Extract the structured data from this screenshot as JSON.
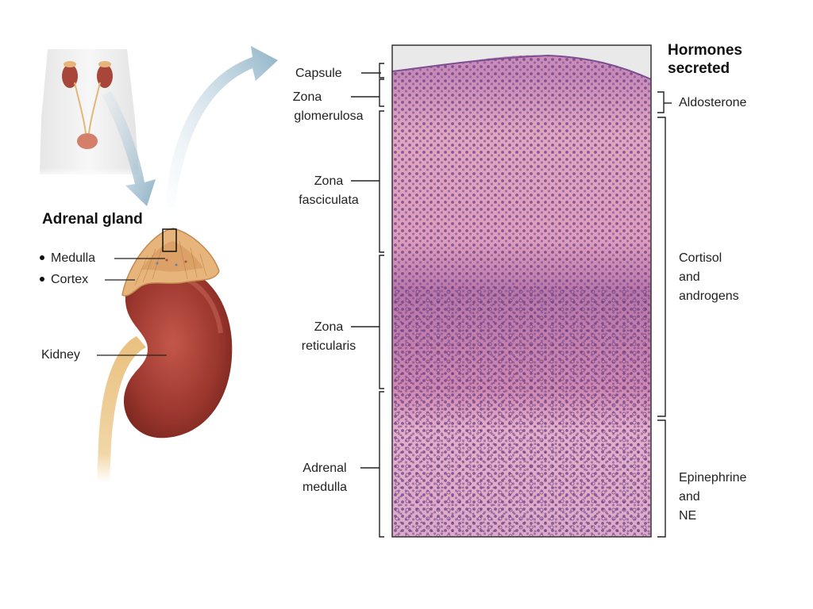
{
  "left": {
    "title": "Adrenal gland",
    "medulla": "Medulla",
    "cortex": "Cortex",
    "kidney": "Kidney"
  },
  "layers": {
    "capsule": "Capsule",
    "zg_1": "Zona",
    "zg_2": "glomerulosa",
    "zf_1": "Zona",
    "zf_2": "fasciculata",
    "zr_1": "Zona",
    "zr_2": "reticularis",
    "am_1": "Adrenal",
    "am_2": "medulla"
  },
  "hormones": {
    "header_1": "Hormones",
    "header_2": "secreted",
    "aldosterone": "Aldosterone",
    "cort_1": "Cortisol",
    "cort_2": "and",
    "cort_3": "androgens",
    "epi_1": "Epinephrine",
    "epi_2": "and",
    "epi_3": "NE"
  },
  "colors": {
    "arrow": "#9fbccd",
    "kidney": "#9d3a30",
    "adrenal": "#e7b57c",
    "tissue_pink": "#d98fb1",
    "tissue_purple": "#8a4f9a",
    "bracket": "#222222"
  }
}
